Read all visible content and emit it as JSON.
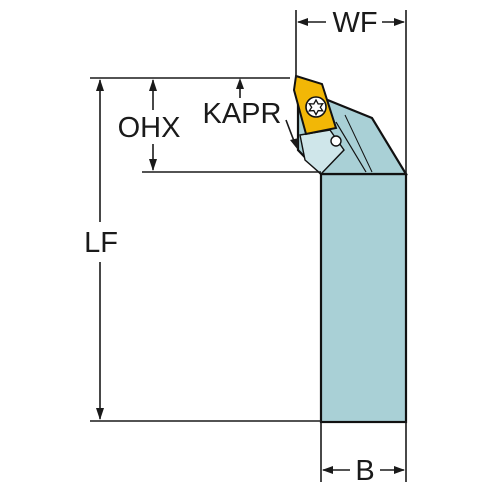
{
  "labels": {
    "wf": "WF",
    "ohx": "OHX",
    "kapr": "KAPR",
    "lf": "LF",
    "b": "B"
  },
  "colors": {
    "shank": "#a9d0d6",
    "insert": "#f2b706",
    "lines": "#1a1a1a"
  }
}
